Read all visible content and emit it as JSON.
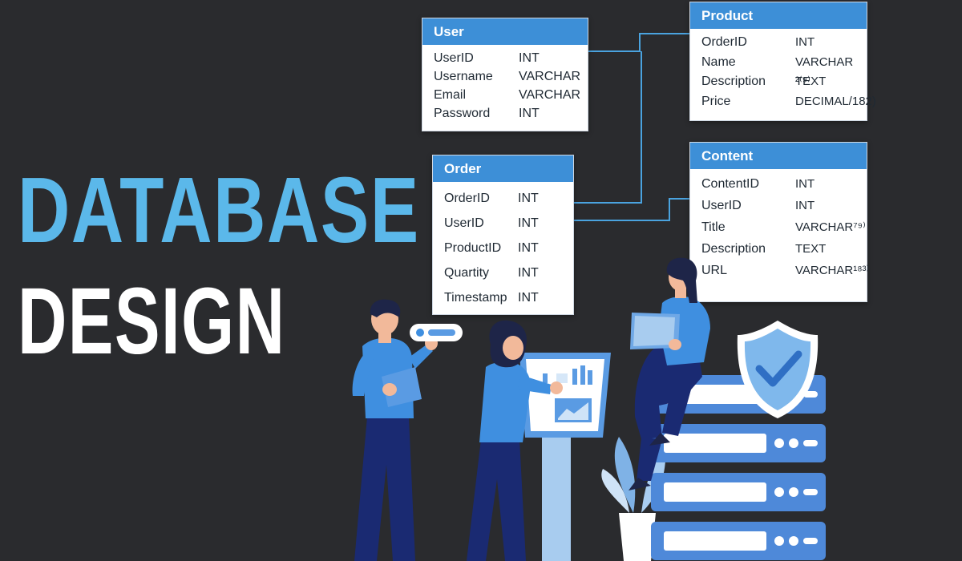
{
  "headline": {
    "line1": "DATABASE",
    "line2": "DESIGN",
    "line1_color": "#5bb8ea",
    "line2_color": "#ffffff"
  },
  "colors": {
    "entity_header": "#3d8fd7",
    "connector": "#4aa3df",
    "shirt": "#3f8fe0",
    "pants": "#1a2a72",
    "hair": "#1e2548",
    "skin": "#f2b99a",
    "server": "#4e89d9",
    "shield": "#7fb8ec"
  },
  "entities": {
    "user": {
      "name": "User",
      "fields": [
        {
          "name": "UserID",
          "type": "INT"
        },
        {
          "name": "Username",
          "type": "VARCHAR"
        },
        {
          "name": "Email",
          "type": "VARCHAR"
        },
        {
          "name": "Password",
          "type": "INT"
        }
      ]
    },
    "product": {
      "name": "Product",
      "fields": [
        {
          "name": "OrderID",
          "type": "INT"
        },
        {
          "name": "Name",
          "type": "VARCHAR ²⁽⁹⁾"
        },
        {
          "name": "Description",
          "type": "TEXT"
        },
        {
          "name": "Price",
          "type": "DECIMAL/182)"
        }
      ]
    },
    "order": {
      "name": "Order",
      "fields": [
        {
          "name": "OrderID",
          "type": "INT"
        },
        {
          "name": "UserID",
          "type": "INT"
        },
        {
          "name": "ProductID",
          "type": "INT"
        },
        {
          "name": "Quartity",
          "type": "INT"
        },
        {
          "name": "Timestamp",
          "type": "INT"
        }
      ]
    },
    "content": {
      "name": "Content",
      "fields": [
        {
          "name": "ContentID",
          "type": "INT"
        },
        {
          "name": "UserID",
          "type": "INT"
        },
        {
          "name": "Title",
          "type": "VARCHAR⁷⁹⁾"
        },
        {
          "name": "Description",
          "type": "TEXT"
        },
        {
          "name": "URL",
          "type": "VARCHAR¹⁸³⁾"
        }
      ]
    }
  },
  "illustration": {
    "icons": [
      "person-with-tablet-icon",
      "person-at-dashboard-icon",
      "person-with-laptop-icon",
      "server-rack-icon",
      "security-shield-icon",
      "plant-icon"
    ]
  }
}
